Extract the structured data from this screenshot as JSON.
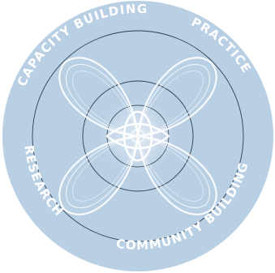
{
  "diagram": {
    "labels": {
      "capacity_building": "CAPACITY BUILDING",
      "practice": "PRACTICE",
      "community_building": "COMMUNITY BUILDING",
      "research": "RESEARCH"
    },
    "colors": {
      "disc_fill": "#b8cfe4",
      "ring_stroke": "#2f3f4f",
      "petal_stroke": "#ffffff",
      "label_text": "#ffffff"
    }
  }
}
